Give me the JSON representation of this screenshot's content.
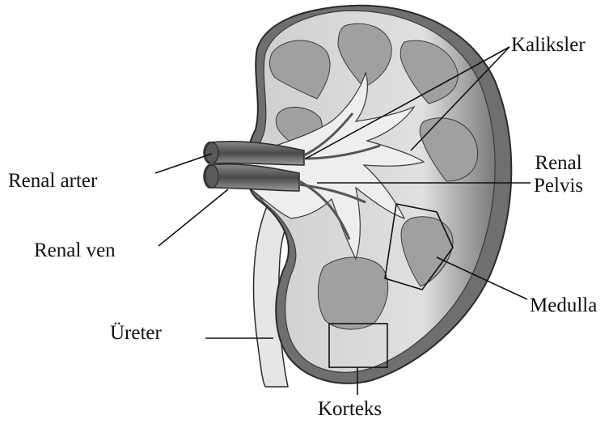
{
  "labels": {
    "kaliksler": "Kaliksler",
    "renal_pelvis_line1": "Renal",
    "renal_pelvis_line2": "Pelvis",
    "renal_arter": "Renal arter",
    "renal_ven": "Renal ven",
    "medulla": "Medulla",
    "ureter": "Üreter",
    "korteks": "Korteks"
  },
  "colors": {
    "outline": "#2a2a2a",
    "cortex": "#d8d8d8",
    "medulla": "#9a9a9a",
    "pelvis": "#eeeeee",
    "vessel": "#6e6e6e",
    "leader_line": "#111111"
  }
}
